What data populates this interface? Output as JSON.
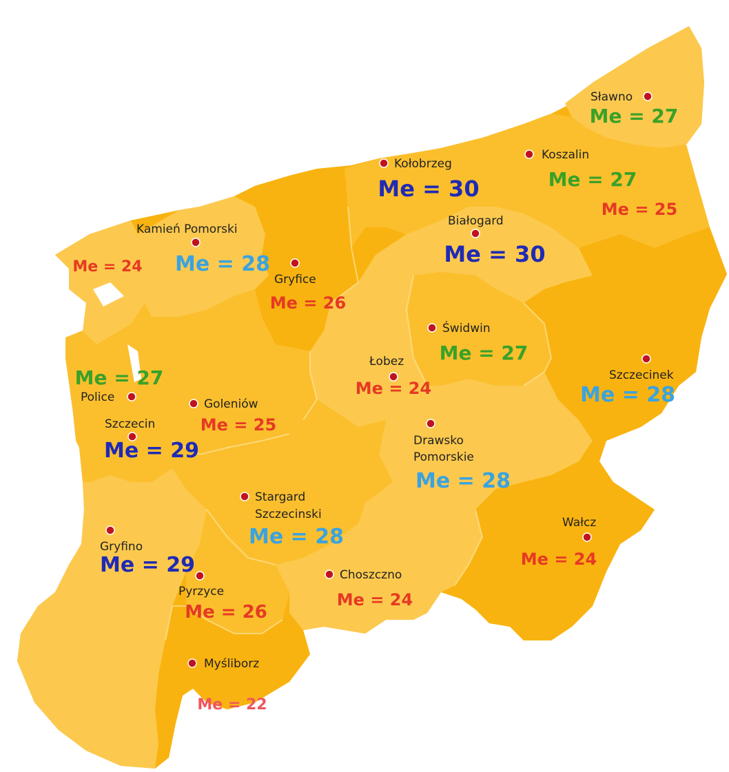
{
  "map": {
    "colors": {
      "land_light": "#fcc94e",
      "land_dark": "#f9b310",
      "land_medium": "#fbbf2e",
      "border": "#fde39a",
      "water": "#ffffff",
      "dot": "#c1121f",
      "me_30_29": "#1f2ab5",
      "me_28": "#3aa3e0",
      "me_27": "#3aa128",
      "me_26_24": "#e53a23",
      "me_22": "#f2545e"
    },
    "cities": [
      {
        "id": "slawno",
        "name": "Sławno",
        "me": "Me = 27"
      },
      {
        "id": "koszalin",
        "name": "Koszalin",
        "me": "Me = 27",
        "me2": "Me = 25"
      },
      {
        "id": "kolobrzeg",
        "name": "Kołobrzeg",
        "me": "Me = 30"
      },
      {
        "id": "bialogard",
        "name": "Białogard",
        "me": "Me = 30"
      },
      {
        "id": "kamien",
        "name": "Kamień Pomorski",
        "me": "Me = 28",
        "me2": "Me = 24"
      },
      {
        "id": "gryfice",
        "name": "Gryfice",
        "me": "Me = 26"
      },
      {
        "id": "swidwin",
        "name": "Świdwin",
        "me": "Me = 27"
      },
      {
        "id": "lobez",
        "name": "Łobez",
        "me": "Me = 24"
      },
      {
        "id": "szczecinek",
        "name": "Szczecinek",
        "me": "Me = 28"
      },
      {
        "id": "police",
        "name": "Police",
        "me": "Me = 27"
      },
      {
        "id": "goleniow",
        "name": "Goleniów",
        "me": "Me = 25"
      },
      {
        "id": "szczecin",
        "name": "Szczecin",
        "me": "Me = 29"
      },
      {
        "id": "drawsko",
        "name": "Drawsko",
        "name2": "Pomorskie",
        "me": "Me = 28"
      },
      {
        "id": "stargard",
        "name": "Stargard",
        "name2": "Szczecinski",
        "me": "Me = 28"
      },
      {
        "id": "gryfino",
        "name": "Gryfino",
        "me": "Me = 29"
      },
      {
        "id": "walcz",
        "name": "Wałcz",
        "me": "Me = 24"
      },
      {
        "id": "pyrzyce",
        "name": "Pyrzyce",
        "me": "Me = 26"
      },
      {
        "id": "choszczno",
        "name": "Choszczno",
        "me": "Me = 24"
      },
      {
        "id": "mysliborz",
        "name": "Myśliborz",
        "me": "Me = 22"
      }
    ]
  }
}
